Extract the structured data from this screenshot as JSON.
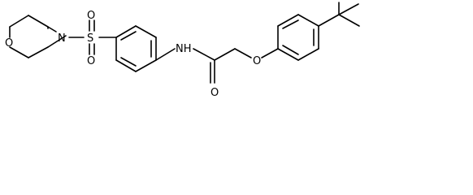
{
  "molecule": {
    "atoms": {
      "morpholine_o": "O",
      "morpholine_n": "N",
      "sulfonyl_s": "S",
      "sulfonyl_o_top": "O",
      "sulfonyl_o_bottom": "O",
      "amide_n": "NH",
      "amide_o": "O",
      "ether_o": "O"
    }
  }
}
